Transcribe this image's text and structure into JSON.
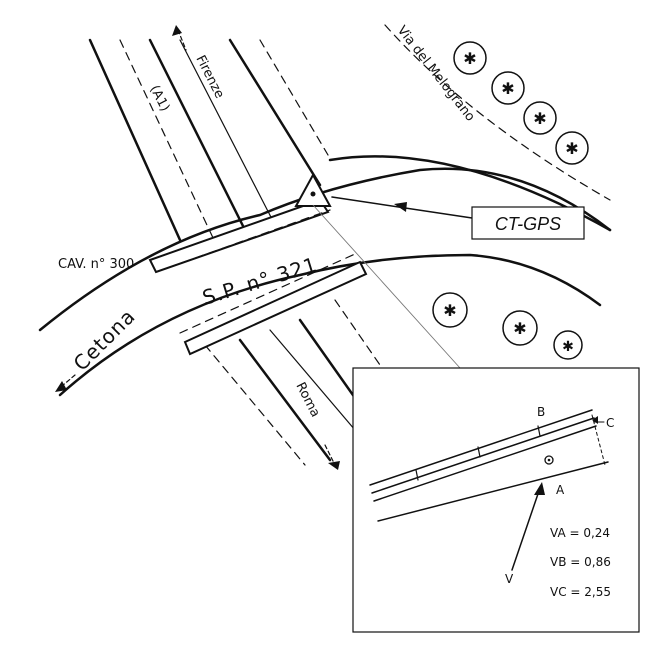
{
  "sketch": {
    "bridge_label": "S.P. n° 321",
    "highway_label": "(A1)",
    "toward_north": "Firenze",
    "toward_south": "Roma",
    "toward_west": "Cetona",
    "street_label": "Via del Melograno",
    "overpass_label": "CAV. n° 300",
    "station_label": "CT-GPS"
  },
  "inset": {
    "point_b": "B",
    "point_c": "C",
    "point_a": "A",
    "point_v": "V",
    "va": "VA = 0,24",
    "vb": "VB = 0,86",
    "vc": "VC = 2,55"
  }
}
